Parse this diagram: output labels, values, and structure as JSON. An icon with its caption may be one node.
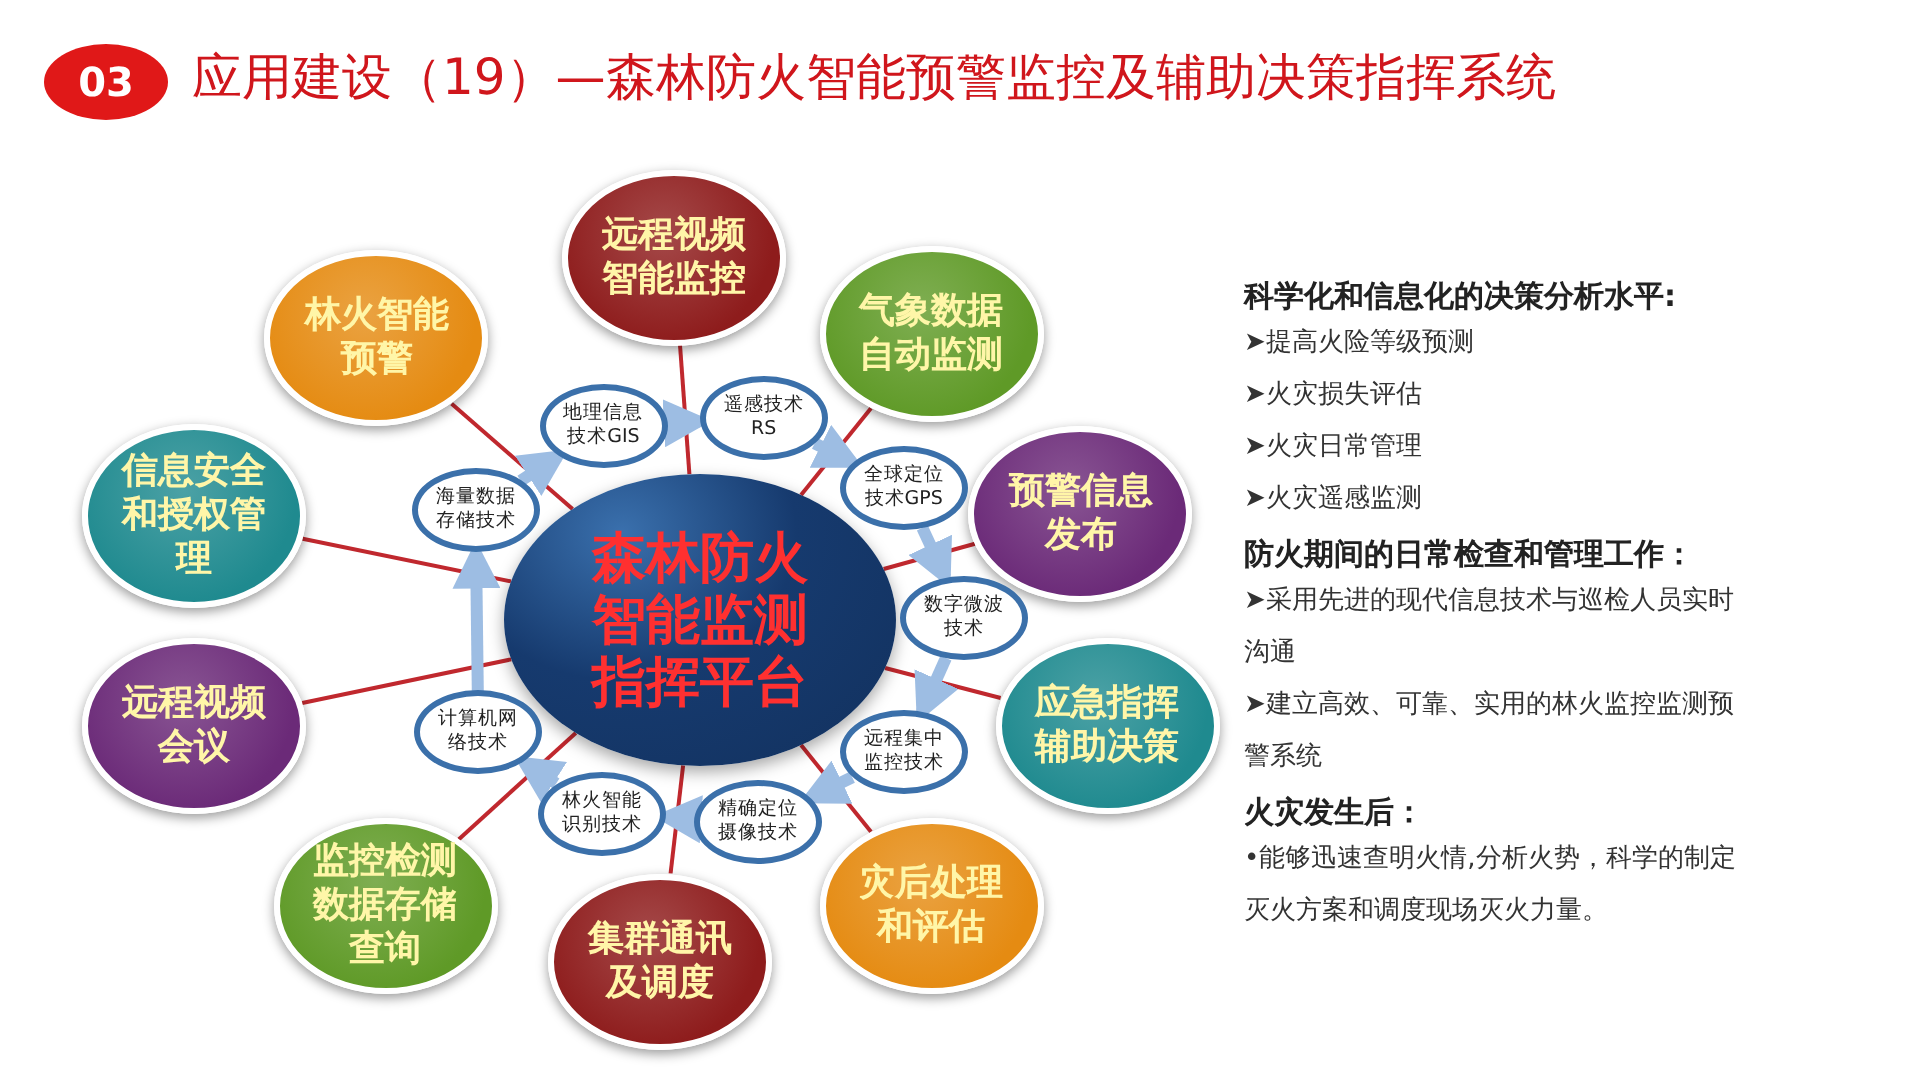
{
  "diagram": {
    "title": "应用建设（19）—森林防火智能预警监控及辅助决策指挥系统",
    "nodes": [
      {
        "text": [
          "森林防火智能监测指挥平台"
        ]
      },
      {
        "text": [
          "远程视频智能监控"
        ]
      },
      {
        "text": [
          "气象数据自动监测"
        ]
      },
      {
        "text": [
          "预警信息发布"
        ]
      },
      {
        "text": [
          "应急指挥辅助决策"
        ]
      },
      {
        "text": [
          "灾后处理和评估"
        ]
      },
      {
        "text": [
          "集群通讯及调度"
        ]
      },
      {
        "text": [
          "监控检测数据存储查询"
        ]
      },
      {
        "text": [
          "远程视频会议"
        ]
      },
      {
        "text": [
          "信息安全和授权管理"
        ]
      },
      {
        "text": [
          "林火智能预警"
        ]
      },
      {
        "text": [
          "地理信息技术GIS"
        ]
      },
      {
        "text": [
          "遥感技术RS"
        ]
      },
      {
        "text": [
          "全球定位技术GPS"
        ]
      },
      {
        "text": [
          "数字微波技术"
        ]
      },
      {
        "text": [
          "远程集中监控技术"
        ]
      },
      {
        "text": [
          "精确定位摄像技术"
        ]
      },
      {
        "text": [
          "林火智能识别技术"
        ]
      },
      {
        "text": [
          "计算机网络技术"
        ]
      },
      {
        "text": [
          "海量数据存储技术"
        ]
      }
    ],
    "edges": [
      {
        "from": 0,
        "to": 1,
        "arrow": "none"
      },
      {
        "from": 0,
        "to": 2,
        "arrow": "none"
      },
      {
        "from": 0,
        "to": 3,
        "arrow": "none"
      },
      {
        "from": 0,
        "to": 4,
        "arrow": "none"
      },
      {
        "from": 0,
        "to": 5,
        "arrow": "none"
      },
      {
        "from": 0,
        "to": 6,
        "arrow": "none"
      },
      {
        "from": 0,
        "to": 7,
        "arrow": "none"
      },
      {
        "from": 0,
        "to": 8,
        "arrow": "none"
      },
      {
        "from": 0,
        "to": 9,
        "arrow": "none"
      },
      {
        "from": 0,
        "to": 10,
        "arrow": "none"
      },
      {
        "from": 19,
        "to": 11,
        "arrow": "to",
        "style": "thick",
        "color": "#9dbde3"
      },
      {
        "from": 11,
        "to": 12,
        "arrow": "to",
        "style": "thick",
        "color": "#9dbde3"
      },
      {
        "from": 12,
        "to": 13,
        "arrow": "to",
        "style": "thick",
        "color": "#9dbde3"
      },
      {
        "from": 13,
        "to": 14,
        "arrow": "to",
        "style": "thick",
        "color": "#9dbde3"
      },
      {
        "from": 14,
        "to": 15,
        "arrow": "to",
        "style": "thick",
        "color": "#9dbde3"
      },
      {
        "from": 15,
        "to": 16,
        "arrow": "to",
        "style": "thick",
        "color": "#9dbde3"
      },
      {
        "from": 16,
        "to": 17,
        "arrow": "to",
        "style": "thick",
        "color": "#9dbde3"
      },
      {
        "from": 17,
        "to": 18,
        "arrow": "to",
        "style": "thick",
        "color": "#9dbde3"
      },
      {
        "from": 18,
        "to": 19,
        "arrow": "to",
        "style": "thick",
        "color": "#9dbde3"
      }
    ],
    "labels": [
      "03",
      "科学化和信息化的决策分析水平:",
      "➤提高火险等级预测",
      "➤火灾损失评估",
      "➤火灾日常管理",
      "➤火灾遥感监测",
      "防火期间的日常检查和管理工作：",
      "➤采用先进的现代信息技术与巡检人员实时沟通",
      "➤建立高效、可靠、实用的林火监控监测预警系统",
      "火灾发生后：",
      "•能够迅速查明火情,分析火势，科学的制定灭火方案和调度现场灭火力量。"
    ]
  }
}
